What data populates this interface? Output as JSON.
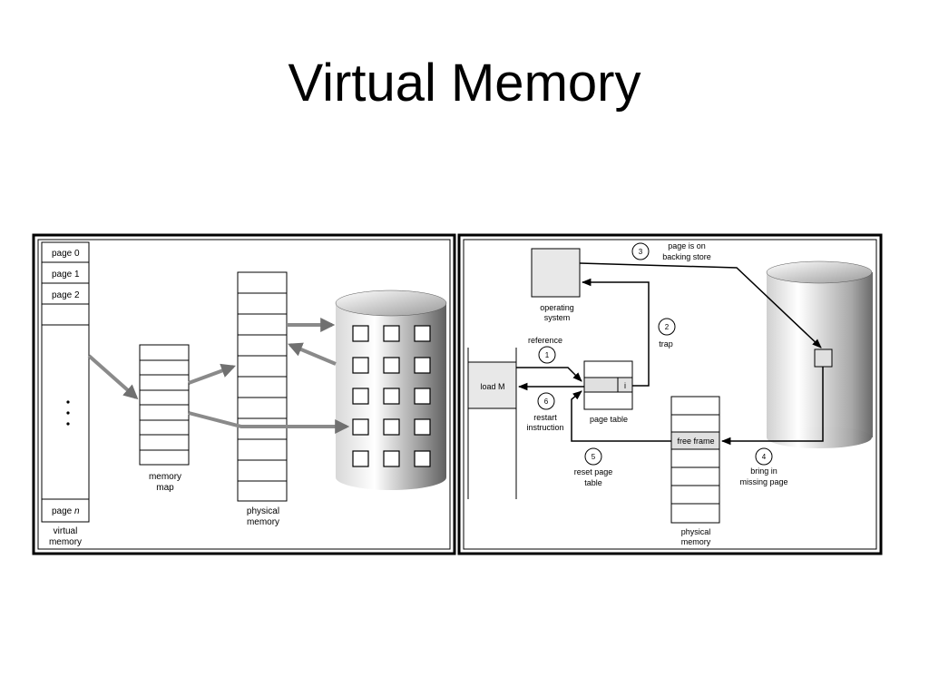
{
  "slide": {
    "title": "Virtual Memory"
  },
  "left_diagram": {
    "virtual_memory": {
      "pages": [
        "page 0",
        "page 1",
        "page 2"
      ],
      "last_page_prefix": "page ",
      "last_page_var": "n",
      "caption_line1": "virtual",
      "caption_line2": "memory"
    },
    "memory_map": {
      "caption_line1": "memory",
      "caption_line2": "map"
    },
    "physical_memory": {
      "caption_line1": "physical",
      "caption_line2": "memory"
    }
  },
  "right_diagram": {
    "step1": {
      "number": "1",
      "label": "reference"
    },
    "step2": {
      "number": "2",
      "label": "trap"
    },
    "step3": {
      "number": "3",
      "label_line1": "page is on",
      "label_line2": "backing store"
    },
    "step4": {
      "number": "4",
      "label_line1": "bring in",
      "label_line2": "missing page"
    },
    "step5": {
      "number": "5",
      "label_line1": "reset page",
      "label_line2": "table"
    },
    "step6": {
      "number": "6",
      "label_line1": "restart",
      "label_line2": "instruction"
    },
    "os": {
      "label_line1": "operating",
      "label_line2": "system"
    },
    "instruction": "load M",
    "page_table": {
      "label": "page table",
      "invalid_bit": "i"
    },
    "free_frame": "free frame",
    "physical_memory": {
      "caption_line1": "physical",
      "caption_line2": "memory"
    }
  }
}
